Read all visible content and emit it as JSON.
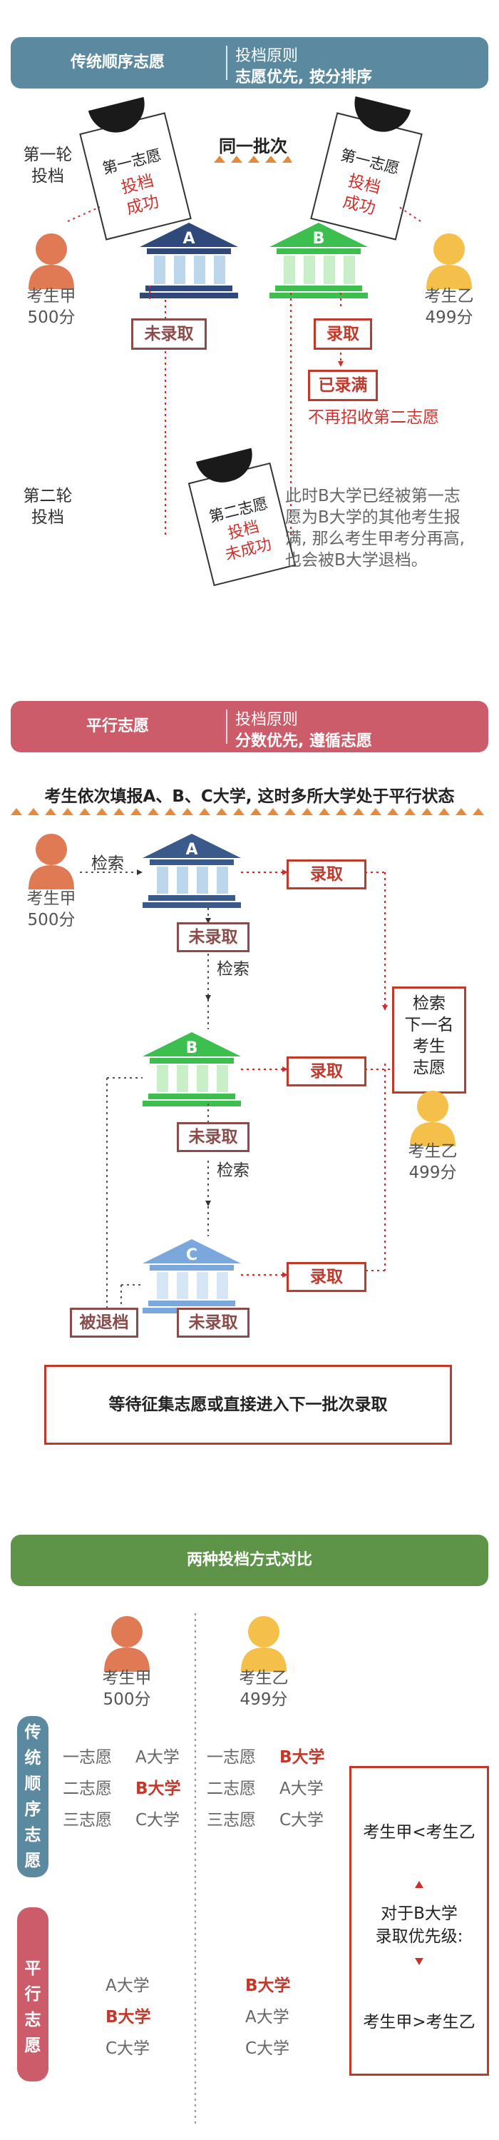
{
  "section1": {
    "title": "传统顺序志愿",
    "principle_label": "投档原则",
    "principle": "志愿优先, 按分排序",
    "round1": "第一轮\n投档",
    "round2": "第二轮\n投档",
    "same_batch": "同一批次",
    "card1": {
      "head": "第一志愿",
      "body": "投档\n成功"
    },
    "card2": {
      "head": "第一志愿",
      "body": "投档\n成功"
    },
    "card3": {
      "head": "第二志愿",
      "body": "投档\n未成功"
    },
    "not_admitted": "未录取",
    "admitted": "录取",
    "full": "已录满",
    "no_second": "不再招收第二志愿",
    "note": "此时B大学已经被第一志\n愿为B大学的其他考生报\n满, 那么考生甲考分再高,\n也会被B大学退档。"
  },
  "students": {
    "a": {
      "name": "考生甲",
      "score": "500分"
    },
    "b": {
      "name": "考生乙",
      "score": "499分"
    }
  },
  "section2": {
    "title": "平行志愿",
    "principle_label": "投档原则",
    "principle": "分数优先, 遵循志愿",
    "headline": "考生依次填报A、B、C大学, 这时多所大学处于平行状态",
    "search": "检索",
    "admitted": "录取",
    "not_admitted": "未录取",
    "returned": "被退档",
    "next_student": "检索\n下一名\n考生\n志愿",
    "final": "等待征集志愿或直接进入下一批次录取"
  },
  "section3": {
    "title": "两种投档方式对比",
    "trad_label": "传统\n顺序\n志愿",
    "para_label": "平行\n志愿",
    "trad_a": [
      [
        "一志愿",
        "A大学"
      ],
      [
        "二志愿",
        "B大学"
      ],
      [
        "三志愿",
        "C大学"
      ]
    ],
    "trad_b": [
      [
        "一志愿",
        "B大学"
      ],
      [
        "二志愿",
        "A大学"
      ],
      [
        "三志愿",
        "C大学"
      ]
    ],
    "para_a": [
      "A大学",
      "B大学",
      "C大学"
    ],
    "para_b": [
      "B大学",
      "A大学",
      "C大学"
    ],
    "cmp1": "考生甲<考生乙",
    "cmp_mid": "对于B大学\n录取优先级:",
    "cmp2": "考生甲>考生乙"
  },
  "colors": {
    "teal": "#5b8aa0",
    "rose": "#cd5c6a",
    "green": "#5e9447",
    "red": "#d0312d",
    "brown": "#8a4b4b",
    "orange": "#e07a55",
    "yellow": "#f5c04a"
  }
}
